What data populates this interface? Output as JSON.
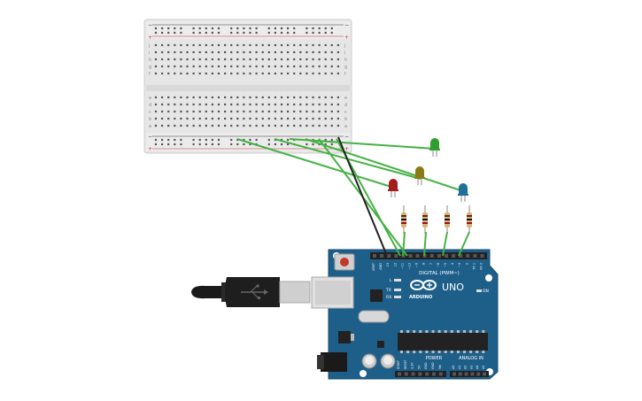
{
  "breadboard": {
    "columns": 30,
    "row_letters_top": [
      "j",
      "i",
      "h",
      "g",
      "f"
    ],
    "row_letters_bottom": [
      "e",
      "d",
      "c",
      "b",
      "a"
    ],
    "rail_plus": "+",
    "rail_minus": "−"
  },
  "arduino": {
    "brand": "ARDUINO",
    "model": "UNO",
    "digital_label": "DIGITAL (PWM~)",
    "power_label": "POWER",
    "analog_label": "ANALOG IN",
    "on_label": "ON",
    "led_l": "L",
    "led_tx": "TX",
    "led_rx": "RX",
    "digital_pins": [
      "AREF",
      "GND",
      "13",
      "12",
      "~11",
      "~10",
      "~9",
      "8",
      "7",
      "~6",
      "~5",
      "4",
      "~3",
      "2",
      "TX 1",
      "RX 0"
    ],
    "power_pins": [
      "IOREF",
      "RESET",
      "3.3V",
      "5V",
      "GND",
      "GND",
      "Vin"
    ],
    "analog_pins": [
      "A0",
      "A1",
      "A2",
      "A3",
      "A4",
      "A5"
    ]
  },
  "leds": [
    {
      "color": "#2f9e2f",
      "name": "green"
    },
    {
      "color": "#8a7a12",
      "name": "yellow"
    },
    {
      "color": "#a51c1c",
      "name": "red"
    },
    {
      "color": "#1f6f99",
      "name": "blue"
    }
  ],
  "colors": {
    "wire_green": "#44b244",
    "wire_black": "#222222",
    "board_blue": "#1e5f8a",
    "breadboard": "#e4e4e4"
  }
}
